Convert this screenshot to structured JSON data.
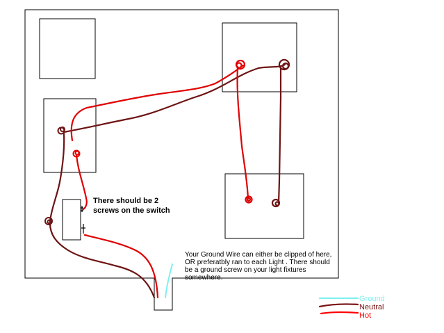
{
  "notes": {
    "switch": "There should be 2 screws on the switch",
    "ground": "Your Ground Wire can either be clipped of here, OR preferatbly ran to each Light . There should be a ground screw on your light fixtures somewhere."
  },
  "legend": {
    "items": [
      {
        "label": "Ground",
        "color": "#7ff0f0"
      },
      {
        "label": "Neutral",
        "color": "#7a1010"
      },
      {
        "label": "Hot",
        "color": "#ff0000"
      }
    ]
  },
  "colors": {
    "hot": "#e00000",
    "neutral": "#6e1414",
    "ground": "#7ff0f0",
    "outline": "#000000"
  }
}
